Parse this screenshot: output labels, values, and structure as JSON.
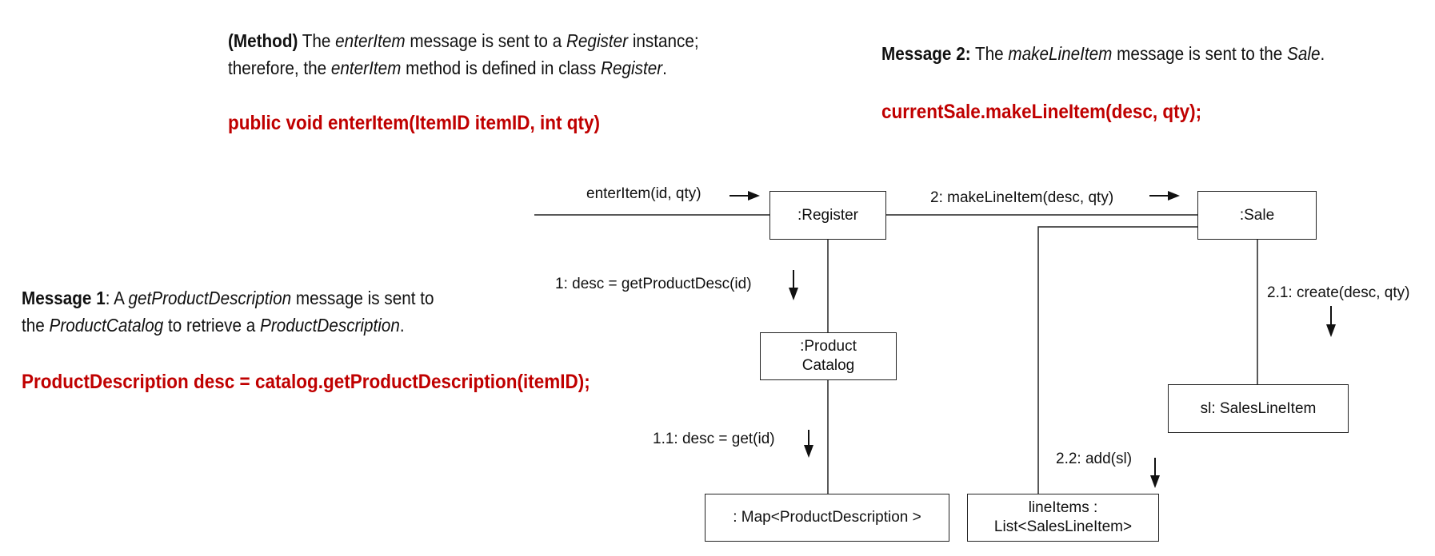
{
  "notes": {
    "method": {
      "label": "(Method)",
      "line1_a": " The ",
      "line1_b": "enterItem",
      "line1_c": " message is sent to a ",
      "line1_d": "Register",
      "line1_e": " instance;",
      "line2_a": "therefore, the ",
      "line2_b": "enterItem",
      "line2_c": " method is defined in class ",
      "line2_d": "Register",
      "line2_e": ".",
      "code": "public void enterItem(ItemID itemID, int qty)"
    },
    "message2": {
      "label": "Message 2:",
      "text_a": " The ",
      "text_b": "makeLineItem",
      "text_c": " message is sent to the ",
      "text_d": "Sale",
      "text_e": ".",
      "code": "currentSale.makeLineItem(desc, qty);"
    },
    "message1": {
      "label": "Message 1",
      "line1_a": ": A ",
      "line1_b": "getProductDescription",
      "line1_c": " message is sent to",
      "line2_a": "the ",
      "line2_b": "ProductCatalog",
      "line2_c": " to retrieve a ",
      "line2_d": "ProductDescription",
      "line2_e": ".",
      "code": "ProductDescription desc = catalog.getProductDescription(itemID);"
    }
  },
  "objects": {
    "register": ":Register",
    "sale": ":Sale",
    "catalog_line1": ":Product",
    "catalog_line2": "Catalog",
    "map": ": Map<ProductDescription >",
    "sli": "sl: SalesLineItem",
    "lineitems_line1": "lineItems :",
    "lineitems_line2": "List<SalesLineItem>"
  },
  "messages": {
    "enter": "enterItem(id, qty)",
    "m1": "1: desc = getProductDesc(id)",
    "m11": "1.1: desc = get(id)",
    "m2": "2: makeLineItem(desc, qty)",
    "m21": "2.1: create(desc, qty)",
    "m22": "2.2: add(sl)"
  }
}
